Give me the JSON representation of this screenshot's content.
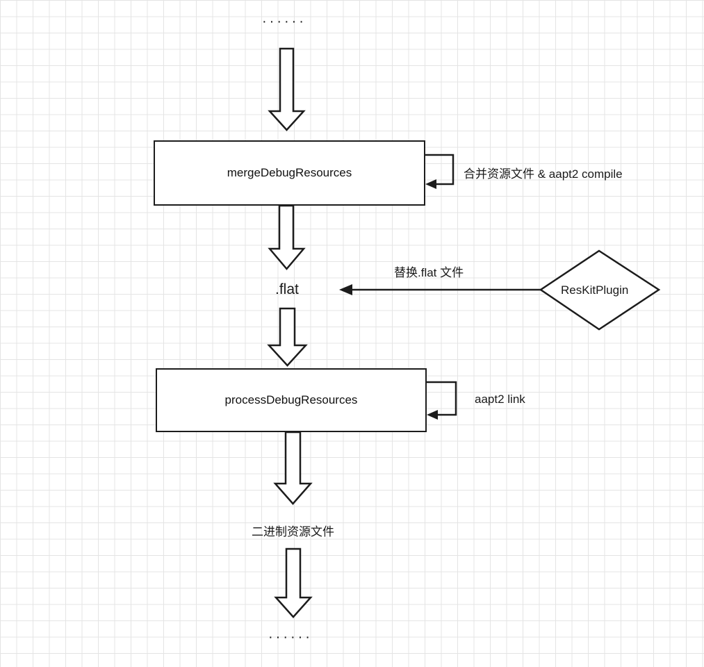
{
  "diagram": {
    "ellipsis_top": "······",
    "ellipsis_bottom": "······",
    "merge_task": "mergeDebugResources",
    "merge_note": "合并资源文件 & aapt2 compile",
    "flat_node": ".flat",
    "replace_label": "替换.flat 文件",
    "plugin_node": "ResKitPlugin",
    "process_task": "processDebugResources",
    "process_note": "aapt2 link",
    "binary_output": "二进制资源文件"
  }
}
